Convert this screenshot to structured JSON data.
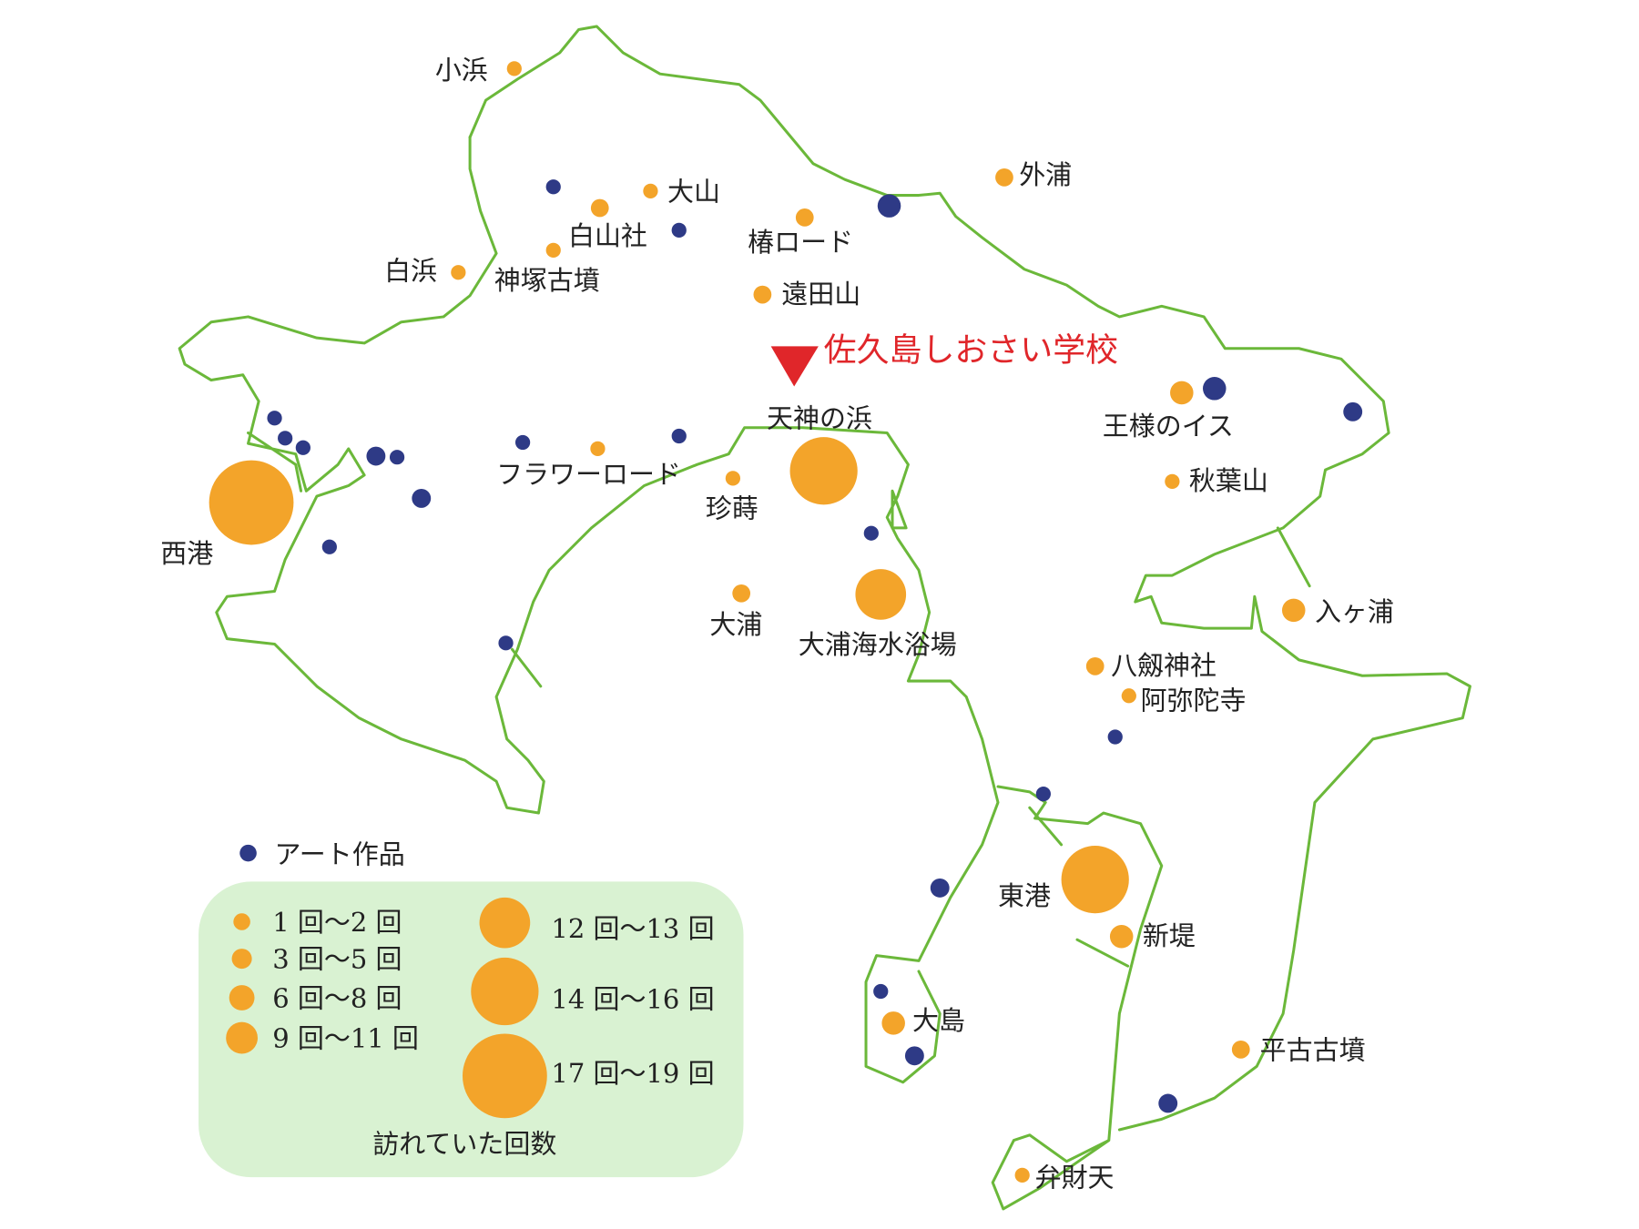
{
  "colors": {
    "visit": "#f3a42a",
    "art": "#2e3a86",
    "coast": "#6bb83a",
    "school": "#e0262a",
    "legend_bg": "#d9f2d2"
  },
  "school": {
    "label": "佐久島しおさい学校",
    "icon": "red-triangle-marker-icon"
  },
  "places": [
    {
      "name": "小浜",
      "visit_bin": 0
    },
    {
      "name": "大山",
      "visit_bin": 0
    },
    {
      "name": "白山社",
      "visit_bin": 1
    },
    {
      "name": "神塚古墳",
      "visit_bin": 0
    },
    {
      "name": "白浜",
      "visit_bin": 0
    },
    {
      "name": "椿ロード",
      "visit_bin": 1
    },
    {
      "name": "遠田山",
      "visit_bin": 1
    },
    {
      "name": "外浦",
      "visit_bin": 1
    },
    {
      "name": "王様のイス",
      "visit_bin": 2
    },
    {
      "name": "秋葉山",
      "visit_bin": 0
    },
    {
      "name": "フラワーロード",
      "visit_bin": 0
    },
    {
      "name": "珍蒔",
      "visit_bin": 0
    },
    {
      "name": "天神の浜",
      "visit_bin": 5
    },
    {
      "name": "西港",
      "visit_bin": 6
    },
    {
      "name": "大浦",
      "visit_bin": 1
    },
    {
      "name": "大浦海水浴場",
      "visit_bin": 4
    },
    {
      "name": "入ヶ浦",
      "visit_bin": 2
    },
    {
      "name": "八劔神社",
      "visit_bin": 1
    },
    {
      "name": "阿弥陀寺",
      "visit_bin": 0
    },
    {
      "name": "東港",
      "visit_bin": 5
    },
    {
      "name": "新堤",
      "visit_bin": 2
    },
    {
      "name": "大島",
      "visit_bin": 2
    },
    {
      "name": "平古古墳",
      "visit_bin": 1
    },
    {
      "name": "弁財天",
      "visit_bin": 0
    }
  ],
  "legend": {
    "art_label": "アート作品",
    "bins": [
      "1 回〜2 回",
      "3 回〜5 回",
      "6 回〜8 回",
      "9 回〜11 回",
      "12 回〜13 回",
      "14 回〜16 回",
      "17 回〜19 回"
    ],
    "caption": "訪れていた回数"
  }
}
